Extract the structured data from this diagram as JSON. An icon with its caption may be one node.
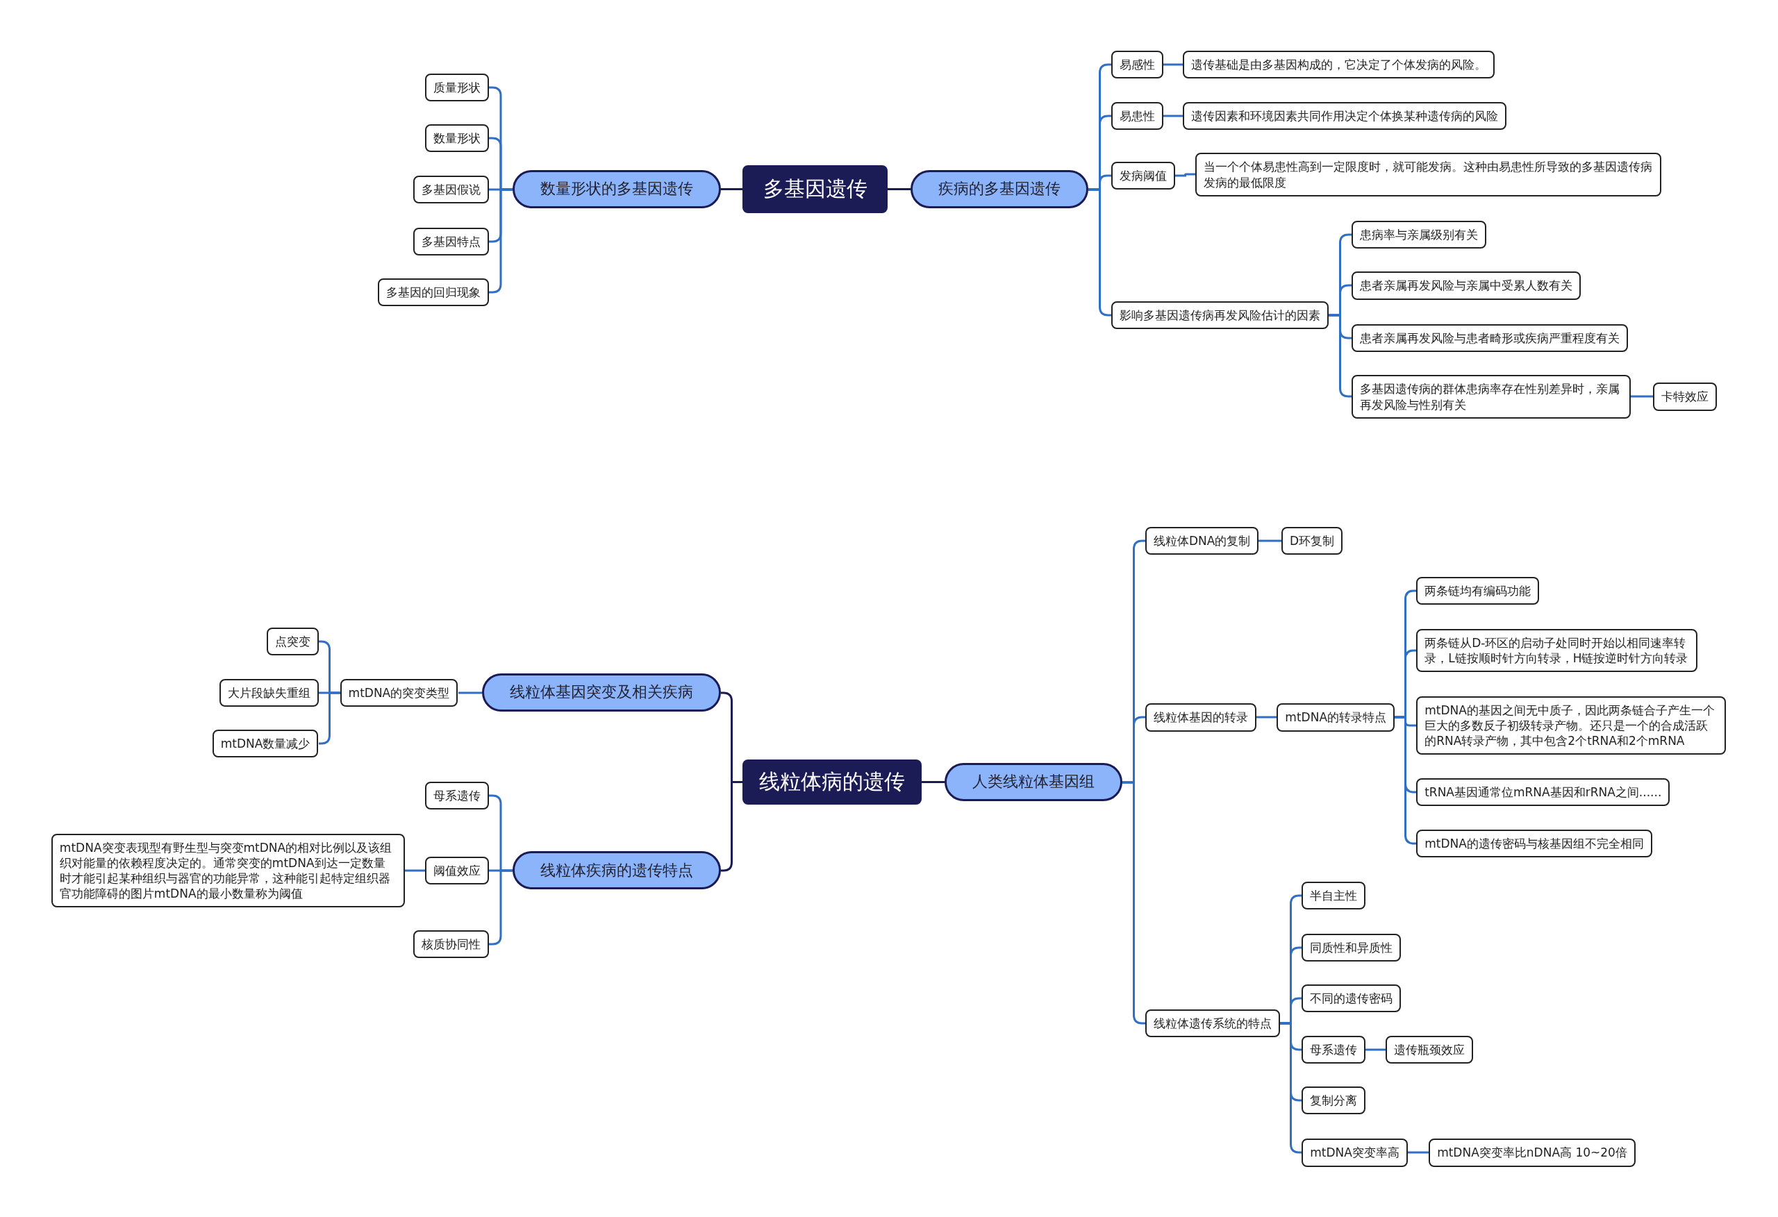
{
  "diagram": {
    "nodes": [
      {
        "text": [
          "多基因遗传"
        ]
      },
      {
        "text": [
          "数量形状的多基因遗传"
        ]
      },
      {
        "text": [
          "质量形状"
        ]
      },
      {
        "text": [
          "数量形状"
        ]
      },
      {
        "text": [
          "多基因假说"
        ]
      },
      {
        "text": [
          "多基因特点"
        ]
      },
      {
        "text": [
          "多基因的回归现象"
        ]
      },
      {
        "text": [
          "疾病的多基因遗传"
        ]
      },
      {
        "text": [
          "易感性"
        ]
      },
      {
        "text": [
          "遗传基础是由多基因构成的，它决定了个体发病的风险。"
        ]
      },
      {
        "text": [
          "易患性"
        ]
      },
      {
        "text": [
          "遗传因素和环境因素共同作用决定个体换某种遗传病的风险"
        ]
      },
      {
        "text": [
          "发病阈值"
        ]
      },
      {
        "text": [
          "当一个个体易患性高到一定限度时，就可能发病。这种由易患性所导致的多基因遗传病发病的最低限度"
        ]
      },
      {
        "text": [
          "影响多基因遗传病再发风险估计的因素"
        ]
      },
      {
        "text": [
          "患病率与亲属级别有关"
        ]
      },
      {
        "text": [
          "患者亲属再发风险与亲属中受累人数有关"
        ]
      },
      {
        "text": [
          "患者亲属再发风险与患者畸形或疾病严重程度有关"
        ]
      },
      {
        "text": [
          "多基因遗传病的群体患病率存在性别差异时，亲属再发风险与性别有关"
        ]
      },
      {
        "text": [
          "卡特效应"
        ]
      },
      {
        "text": [
          "线粒体病的遗传"
        ]
      },
      {
        "text": [
          "线粒体基因突变及相关疾病"
        ]
      },
      {
        "text": [
          "mtDNA的突变类型"
        ]
      },
      {
        "text": [
          "点突变"
        ]
      },
      {
        "text": [
          "大片段缺失重组"
        ]
      },
      {
        "text": [
          "mtDNA数量减少"
        ]
      },
      {
        "text": [
          "线粒体疾病的遗传特点"
        ]
      },
      {
        "text": [
          "母系遗传"
        ]
      },
      {
        "text": [
          "阈值效应"
        ]
      },
      {
        "text": [
          "mtDNA突变表现型有野生型与突变mtDNA的相对比例以及该组织对能量的依赖程度决定的。通常突变的mtDNA到达一定数量时才能引起某种组织与器官的功能异常，这种能引起特定组织器官功能障碍的图片mtDNA的最小数量称为阈值"
        ]
      },
      {
        "text": [
          "核质协同性"
        ]
      },
      {
        "text": [
          "人类线粒体基因组"
        ]
      },
      {
        "text": [
          "线粒体DNA的复制"
        ]
      },
      {
        "text": [
          "D环复制"
        ]
      },
      {
        "text": [
          "线粒体基因的转录"
        ]
      },
      {
        "text": [
          "mtDNA的转录特点"
        ]
      },
      {
        "text": [
          "两条链均有编码功能"
        ]
      },
      {
        "text": [
          "两条链从D-环区的启动子处同时开始以相同速率转录，L链按顺时针方向转录，H链按逆时针方向转录"
        ]
      },
      {
        "text": [
          "mtDNA的基因之间无中质子，因此两条链合子产生一个巨大的多数反子初级转录产物。还只是一个的合成活跃的RNA转录产物，其中包含2个tRNA和2个mRNA"
        ]
      },
      {
        "text": [
          "tRNA基因通常位mRNA基因和rRNA之间......"
        ]
      },
      {
        "text": [
          "mtDNA的遗传密码与核基因组不完全相同"
        ]
      },
      {
        "text": [
          "线粒体遗传系统的特点"
        ]
      },
      {
        "text": [
          "半自主性"
        ]
      },
      {
        "text": [
          "同质性和异质性"
        ]
      },
      {
        "text": [
          "不同的遗传密码"
        ]
      },
      {
        "text": [
          "母系遗传"
        ]
      },
      {
        "text": [
          "遗传瓶颈效应"
        ]
      },
      {
        "text": [
          "复制分离"
        ]
      },
      {
        "text": [
          "mtDNA突变率高"
        ]
      },
      {
        "text": [
          "mtDNA突变率比nDNA高 10~20倍"
        ]
      }
    ],
    "edges": [
      {
        "from": 0,
        "to": 1,
        "arrow": "none",
        "color": "#1b1b55"
      },
      {
        "from": 1,
        "to": 2,
        "arrow": "none"
      },
      {
        "from": 1,
        "to": 3,
        "arrow": "none"
      },
      {
        "from": 1,
        "to": 4,
        "arrow": "none"
      },
      {
        "from": 1,
        "to": 5,
        "arrow": "none"
      },
      {
        "from": 1,
        "to": 6,
        "arrow": "none"
      },
      {
        "from": 0,
        "to": 7,
        "arrow": "none",
        "color": "#1b1b55"
      },
      {
        "from": 7,
        "to": 8,
        "arrow": "none"
      },
      {
        "from": 8,
        "to": 9,
        "arrow": "none"
      },
      {
        "from": 7,
        "to": 10,
        "arrow": "none"
      },
      {
        "from": 10,
        "to": 11,
        "arrow": "none"
      },
      {
        "from": 7,
        "to": 12,
        "arrow": "none"
      },
      {
        "from": 12,
        "to": 13,
        "arrow": "none"
      },
      {
        "from": 7,
        "to": 14,
        "arrow": "none"
      },
      {
        "from": 14,
        "to": 15,
        "arrow": "none"
      },
      {
        "from": 14,
        "to": 16,
        "arrow": "none"
      },
      {
        "from": 14,
        "to": 17,
        "arrow": "none"
      },
      {
        "from": 14,
        "to": 18,
        "arrow": "none"
      },
      {
        "from": 18,
        "to": 19,
        "arrow": "none"
      },
      {
        "from": 20,
        "to": 21,
        "arrow": "none",
        "color": "#1b1b55"
      },
      {
        "from": 21,
        "to": 22,
        "arrow": "none"
      },
      {
        "from": 22,
        "to": 23,
        "arrow": "none"
      },
      {
        "from": 22,
        "to": 24,
        "arrow": "none"
      },
      {
        "from": 22,
        "to": 25,
        "arrow": "none"
      },
      {
        "from": 20,
        "to": 26,
        "arrow": "none",
        "color": "#1b1b55"
      },
      {
        "from": 26,
        "to": 27,
        "arrow": "none"
      },
      {
        "from": 26,
        "to": 28,
        "arrow": "none"
      },
      {
        "from": 28,
        "to": 29,
        "arrow": "none"
      },
      {
        "from": 26,
        "to": 30,
        "arrow": "none"
      },
      {
        "from": 20,
        "to": 31,
        "arrow": "none",
        "color": "#1b1b55"
      },
      {
        "from": 31,
        "to": 32,
        "arrow": "none"
      },
      {
        "from": 32,
        "to": 33,
        "arrow": "none"
      },
      {
        "from": 31,
        "to": 34,
        "arrow": "none"
      },
      {
        "from": 34,
        "to": 35,
        "arrow": "none"
      },
      {
        "from": 35,
        "to": 36,
        "arrow": "none"
      },
      {
        "from": 35,
        "to": 37,
        "arrow": "none"
      },
      {
        "from": 35,
        "to": 38,
        "arrow": "none"
      },
      {
        "from": 35,
        "to": 39,
        "arrow": "none"
      },
      {
        "from": 35,
        "to": 40,
        "arrow": "none"
      },
      {
        "from": 31,
        "to": 41,
        "arrow": "none"
      },
      {
        "from": 41,
        "to": 42,
        "arrow": "none"
      },
      {
        "from": 41,
        "to": 43,
        "arrow": "none"
      },
      {
        "from": 41,
        "to": 44,
        "arrow": "none"
      },
      {
        "from": 41,
        "to": 45,
        "arrow": "none"
      },
      {
        "from": 45,
        "to": 46,
        "arrow": "none"
      },
      {
        "from": 41,
        "to": 47,
        "arrow": "none"
      },
      {
        "from": 41,
        "to": 48,
        "arrow": "none"
      },
      {
        "from": 48,
        "to": 49,
        "arrow": "none"
      }
    ]
  }
}
